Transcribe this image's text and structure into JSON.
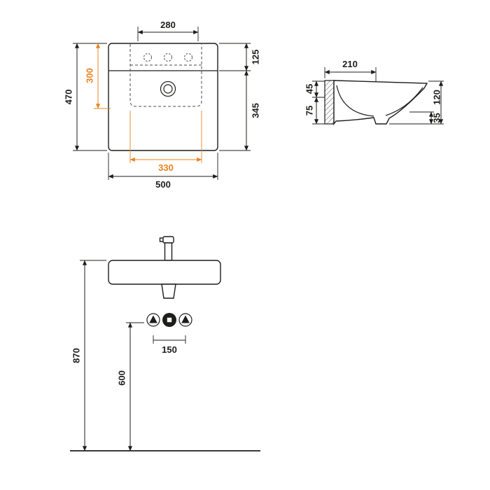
{
  "canvas": {
    "background": "#ffffff",
    "line_color": "#1d1d1b",
    "accent_color": "#e8831d"
  },
  "plan_view": {
    "name": "washbasin top view",
    "dims": {
      "tap_hole_span": "280",
      "total_depth": "470",
      "basin_depth": "300",
      "rear_ledge": "125",
      "front_section": "345",
      "basin_width": "330",
      "total_width": "500"
    }
  },
  "section_view": {
    "name": "washbasin side section",
    "dims": {
      "depth": "210",
      "left_top": "45",
      "left_bottom": "75",
      "right_total": "120",
      "right_bottom": "35"
    }
  },
  "front_view": {
    "name": "washbasin front elevation",
    "dims": {
      "connections_span": "150",
      "rim_height": "870",
      "waste_height": "600"
    }
  }
}
